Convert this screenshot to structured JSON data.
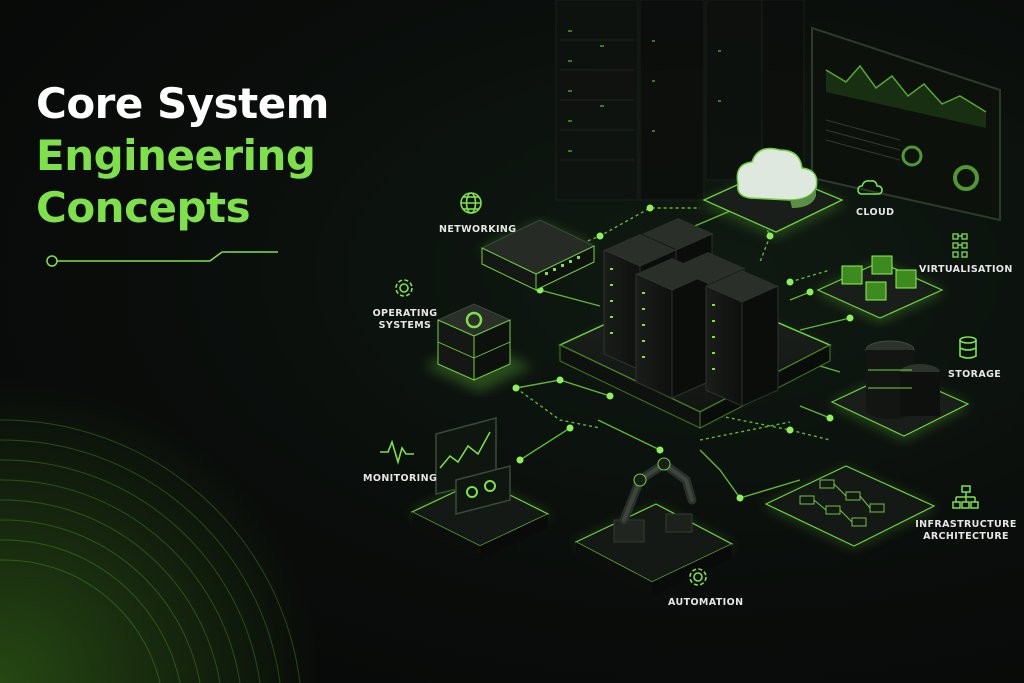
{
  "title": {
    "line1": "Core System",
    "line2": "Engineering",
    "line3": "Concepts"
  },
  "nodes": {
    "networking": "NETWORKING",
    "operating_systems_line1": "OPERATING",
    "operating_systems_line2": "SYSTEMS",
    "monitoring": "MONITORING",
    "automation": "AUTOMATION",
    "cloud": "CLOUD",
    "virtualisation": "VIRTUALISATION",
    "storage": "STORAGE",
    "infrastructure_line1": "INFRASTRUCTURE",
    "infrastructure_line2": "ARCHITECTURE"
  },
  "colors": {
    "accent": "#7ee14a",
    "text": "#ffffff",
    "background": "#0a0d0b"
  },
  "icons": [
    "globe-icon",
    "gear-icon",
    "pulse-icon",
    "cloud-icon",
    "network-grid-icon",
    "database-icon",
    "hierarchy-icon"
  ]
}
